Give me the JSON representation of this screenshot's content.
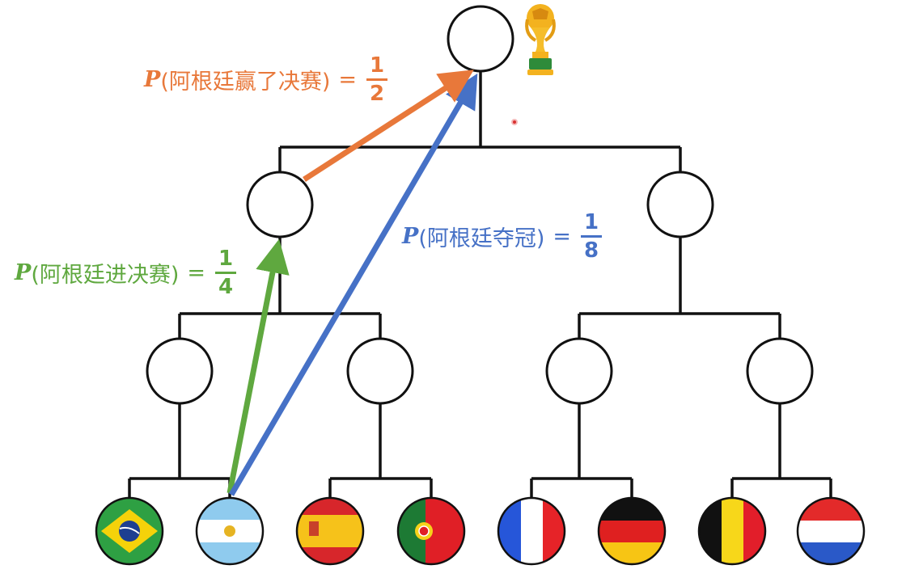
{
  "colors": {
    "line": "#111111",
    "final_arrow": "#e8783a",
    "champion_arrow": "#4671c6",
    "semi_arrow": "#5fa83f"
  },
  "labels": {
    "final": {
      "p": "P",
      "text": "(阿根廷赢了决赛)",
      "eq": "=",
      "num": "1",
      "den": "2"
    },
    "champion": {
      "p": "P",
      "text": "(阿根廷夺冠)",
      "eq": "=",
      "num": "1",
      "den": "8"
    },
    "semi": {
      "p": "P",
      "text": "(阿根廷进决赛)",
      "eq": "=",
      "num": "1",
      "den": "4"
    }
  },
  "teams": [
    {
      "name": "brazil-flag-icon"
    },
    {
      "name": "argentina-flag-icon"
    },
    {
      "name": "spain-flag-icon"
    },
    {
      "name": "portugal-flag-icon"
    },
    {
      "name": "france-flag-icon"
    },
    {
      "name": "germany-flag-icon"
    },
    {
      "name": "belgium-flag-icon"
    },
    {
      "name": "netherlands-flag-icon"
    }
  ],
  "trophy_icon": "world-cup-trophy-icon"
}
